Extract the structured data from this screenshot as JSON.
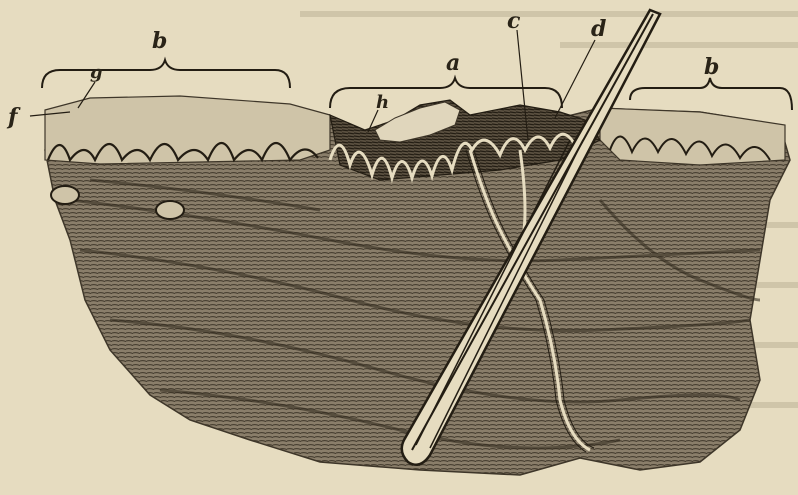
{
  "figure": {
    "labels": {
      "a": "a",
      "b_left": "b",
      "b_right": "b",
      "c": "c",
      "d": "d",
      "f": "f",
      "g": "g",
      "h": "h"
    },
    "colors": {
      "paper": "#e6dcc0",
      "ink": "#2a2418",
      "tissue": "#7a6f5e",
      "tissue_dark": "#3e3629",
      "epidermis_pale": "#cfc4a8"
    }
  }
}
